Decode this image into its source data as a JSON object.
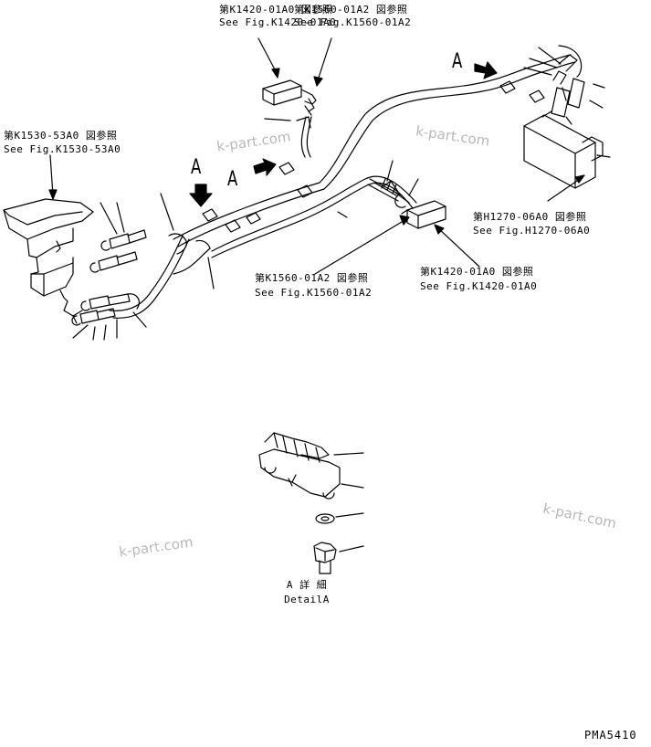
{
  "references": {
    "top_left_jp": "第K1420-01A0 図参照",
    "top_left_en": "See Fig.K1420-01A0",
    "top_right_jp": "第K1560-01A2 図参照",
    "top_right_en": "See Fig.K1560-01A2",
    "left_jp": "第K1530-53A0 図参照",
    "left_en": "See Fig.K1530-53A0",
    "far_right_jp": "第H1270-06A0 図参照",
    "far_right_en": "See Fig.H1270-06A0",
    "mid_jp": "第K1560-01A2 図参照",
    "mid_en": "See Fig.K1560-01A2",
    "mid_right_jp": "第K1420-01A0 図参照",
    "mid_right_en": "See Fig.K1420-01A0"
  },
  "view_markers": {
    "a1": "A",
    "a2": "A",
    "a3": "A"
  },
  "detail": {
    "jp": "A 詳 細",
    "en": "DetailA"
  },
  "watermarks": {
    "w1": "k-part.com",
    "w2": "k-part.com",
    "w3": "k-part.com",
    "w4": "k-part.com"
  },
  "drawing_code": "PMA5410",
  "colors": {
    "line": "#000000",
    "watermark": "#b8b8b8",
    "background": "#ffffff"
  }
}
